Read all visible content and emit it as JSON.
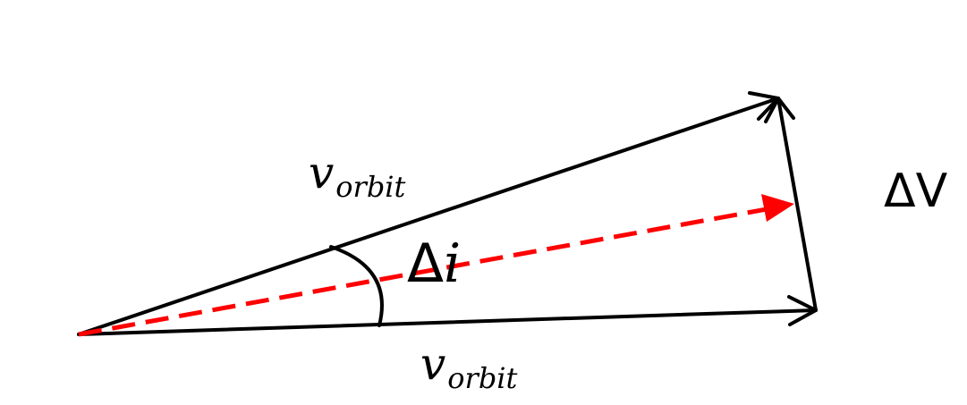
{
  "diagram": {
    "vector_label_main": "v",
    "vector_label_sub": "orbit",
    "angle_label_delta": "Δ",
    "angle_label_symbol": "i",
    "delta_v_label": "ΔV",
    "colors": {
      "vectors": "#000000",
      "resultant": "#ff0000"
    }
  }
}
